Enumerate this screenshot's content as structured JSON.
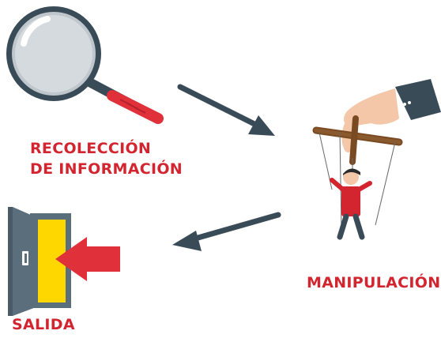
{
  "steps": [
    {
      "id": "recoleccion",
      "line1": "RECOLECCIÓN",
      "line2": "DE INFORMACIÓN",
      "icon": "magnifying-glass-icon"
    },
    {
      "id": "manipulacion",
      "label": "MANIPULACIÓN",
      "icon": "puppet-hand-icon"
    },
    {
      "id": "salida",
      "label": "SALIDA",
      "icon": "exit-door-icon"
    }
  ],
  "colors": {
    "label": "#d3252f",
    "arrow": "#3a4b58",
    "accent_red": "#e0303a",
    "door_frame": "#5b6e7b",
    "door_light": "#ffd700"
  }
}
